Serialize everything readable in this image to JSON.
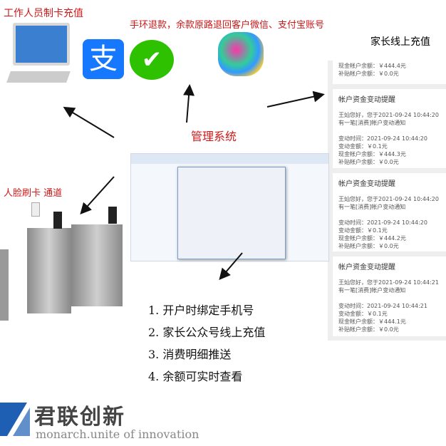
{
  "labels": {
    "staff": "工作人员制卡充值",
    "refund": "手环退款，余款原路退回客户微信、支付宝账号",
    "parent": "家长线上充值",
    "system": "管理系统",
    "gate": "人脸刷卡  通道"
  },
  "partial_card": {
    "cash": "现金帐户余额：￥444.4元",
    "subsidy": "补贴帐户余额：￥0.0元"
  },
  "cards": [
    {
      "title": "帐户资金变动提醒",
      "msg": "王灿您好，您于2021-09-24 10:44:20 有一笔[消费]帐户变动通知",
      "time": "变动时间：2021-09-24 10:44:20",
      "amount": "变动金额：￥0.1元",
      "cash": "现金帐户余额：￥444.3元",
      "subsidy": "补贴帐户余额：￥0.0元"
    },
    {
      "title": "帐户资金变动提醒",
      "msg": "王灿您好，您于2021-09-24 10:44:20 有一笔[消费]帐户变动通知",
      "time": "变动时间：2021-09-24 10:44:20",
      "amount": "变动金额：￥0.1元",
      "cash": "现金帐户余额：￥444.2元",
      "subsidy": "补贴帐户余额：￥0.0元"
    },
    {
      "title": "帐户资金变动提醒",
      "msg": "王灿您好，您于2021-09-24 10:44:21 有一笔[消费]帐户变动通知",
      "time": "变动时间：2021-09-24 10:44:21",
      "amount": "变动金额：￥0.1元",
      "cash": "现金帐户余额：￥444.1元",
      "subsidy": "补贴帐户余额：￥0.0元"
    }
  ],
  "features": [
    "1. 开户时绑定手机号",
    "2. 家长公众号线上充值",
    "3. 消费明细推送",
    "4. 余额可实时查看"
  ],
  "logo": {
    "name": "君联创新",
    "slogan": "monarch.unite of innovation"
  },
  "colors": {
    "accent": "#d01818",
    "alipay": "#1677ff",
    "wechat": "#2dc100"
  }
}
